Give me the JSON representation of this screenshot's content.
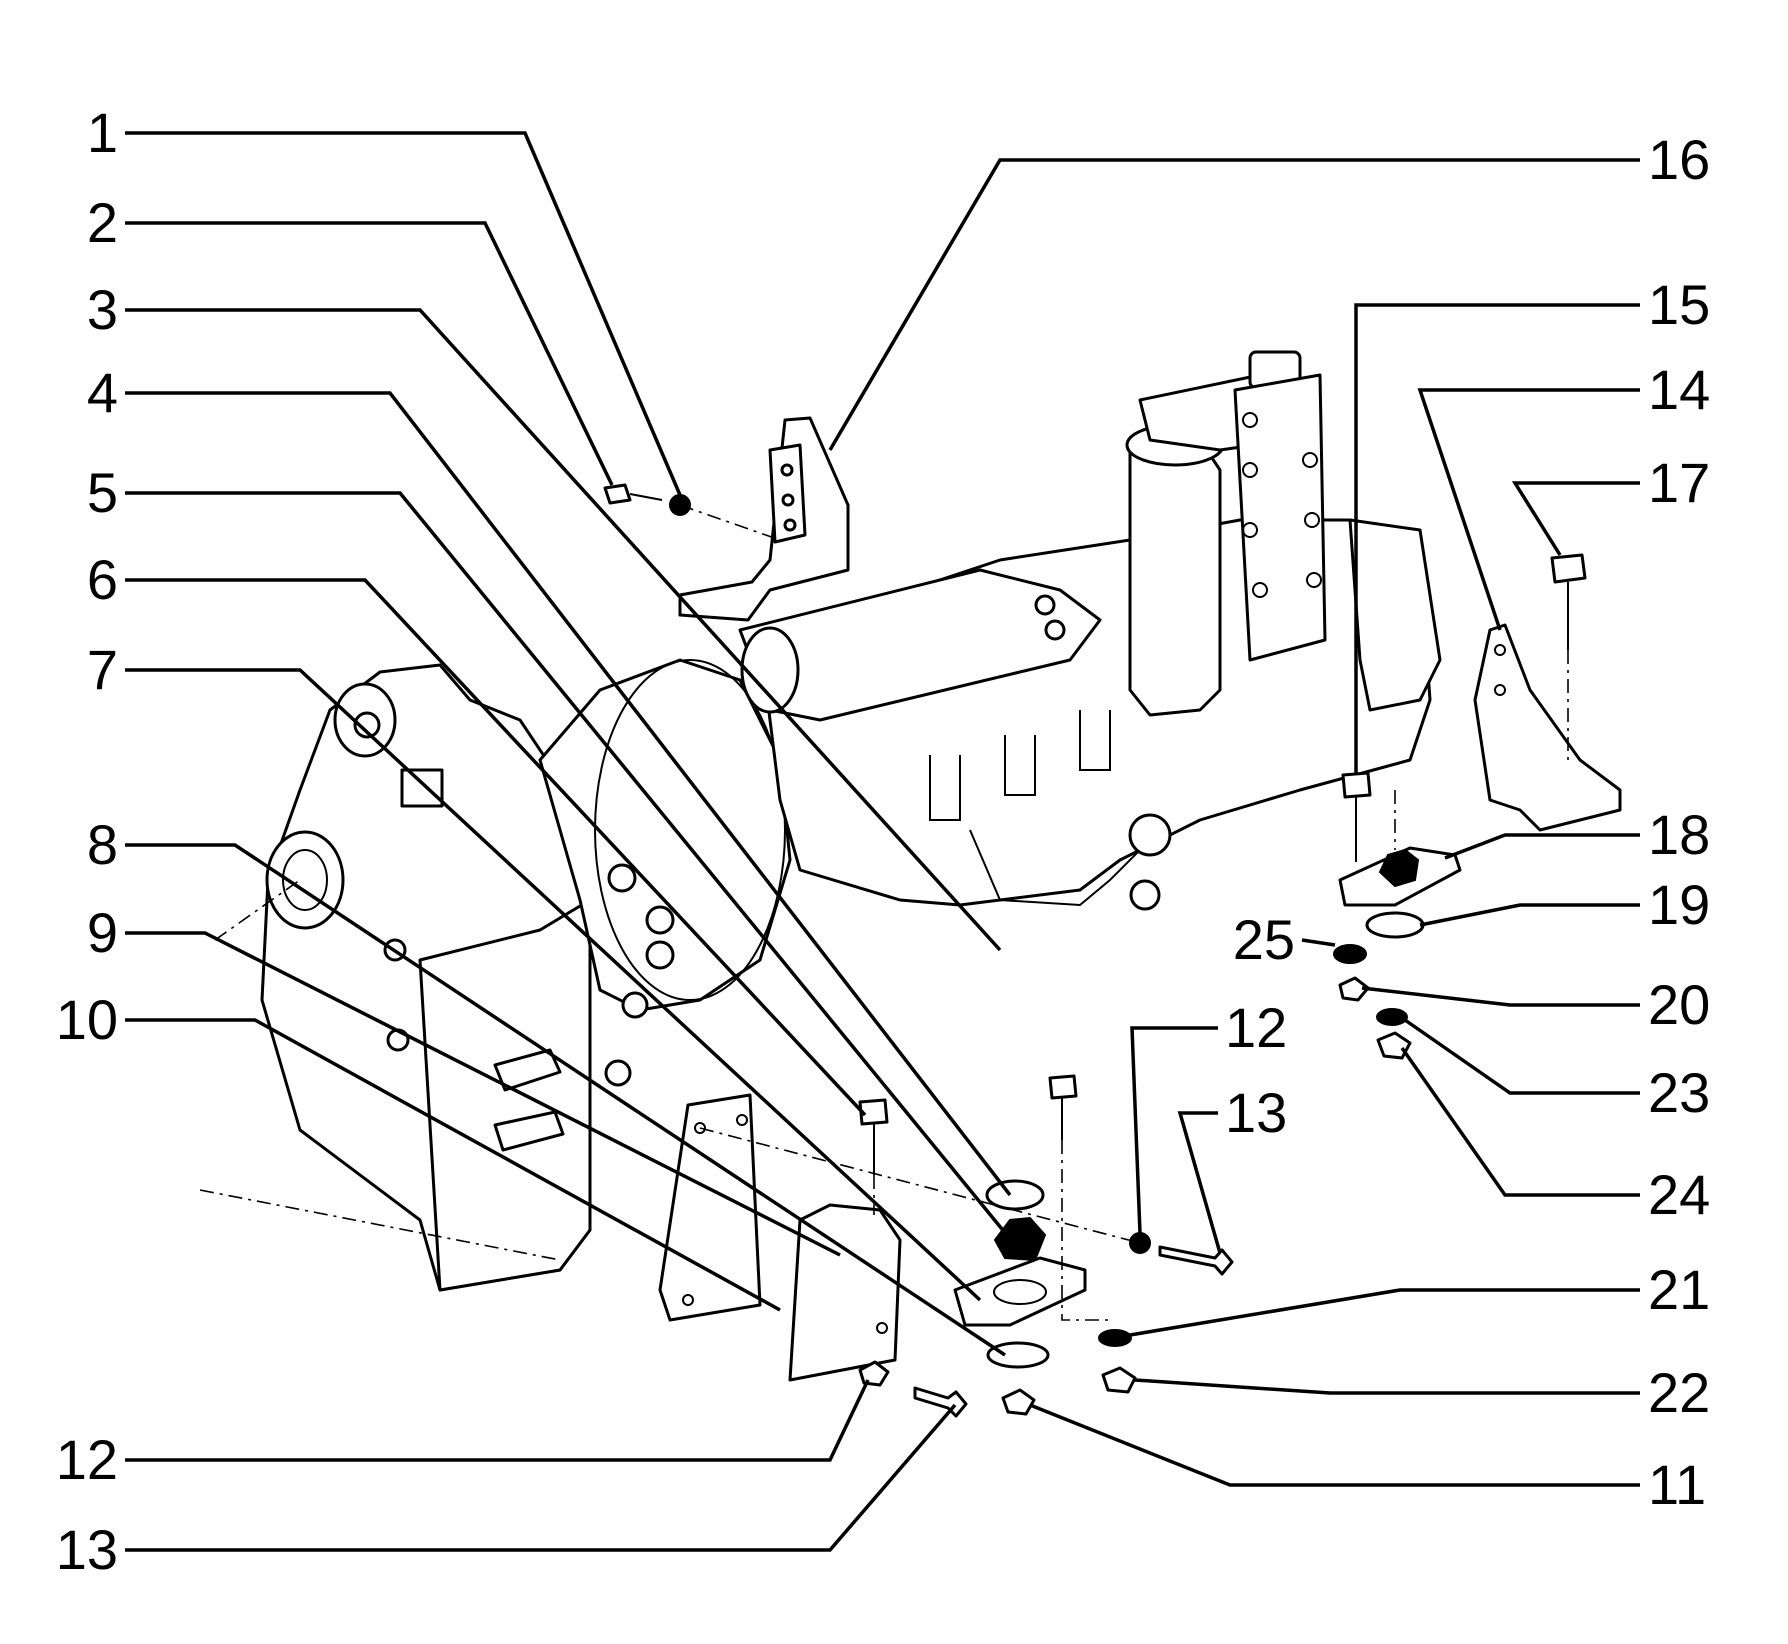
{
  "callouts": {
    "c1": "1",
    "c2": "2",
    "c3": "3",
    "c4": "4",
    "c5": "5",
    "c6": "6",
    "c7": "7",
    "c8": "8",
    "c9": "9",
    "c10": "10",
    "c12_bottom": "12",
    "c13_bottom": "13",
    "c16": "16",
    "c15": "15",
    "c14": "14",
    "c17": "17",
    "c18": "18",
    "c19": "19",
    "c25": "25",
    "c20": "20",
    "c23": "23",
    "c24": "24",
    "c12_right": "12",
    "c13_right": "13",
    "c21": "21",
    "c22": "22",
    "c11": "11"
  }
}
